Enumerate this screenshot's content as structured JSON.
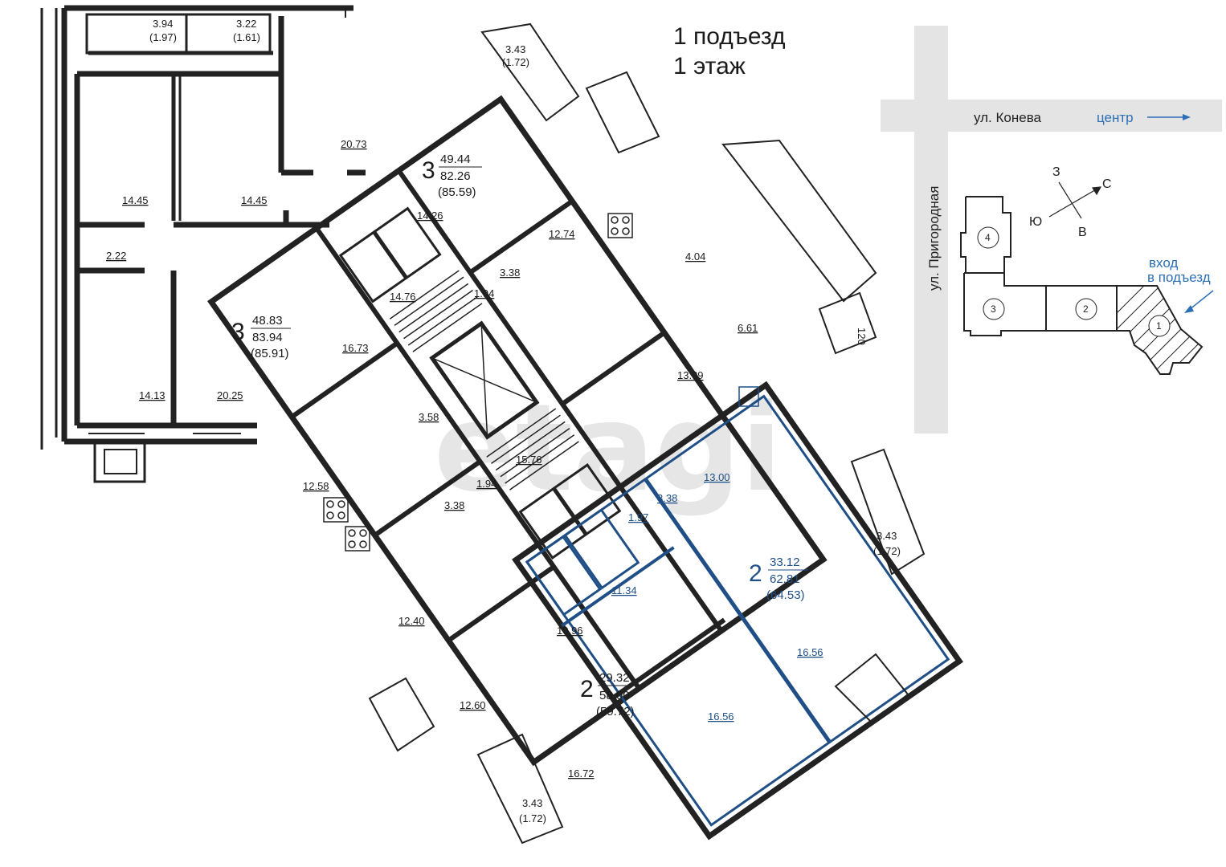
{
  "header": {
    "entrance": "1 подъезд",
    "floor": "1 этаж"
  },
  "watermark": "etagi",
  "location_map": {
    "street_horizontal": "ул. Конева",
    "direction_label": "центр",
    "street_vertical": "ул. Пригородная",
    "compass": {
      "north": "С",
      "south": "Ю",
      "west": "З",
      "east": "В"
    },
    "entry_label_line1": "вход",
    "entry_label_line2": "в подъезд",
    "sections": [
      "4",
      "3",
      "2",
      "1"
    ],
    "highlighted_section": "1"
  },
  "apartments": [
    {
      "rooms": "3",
      "living": "49.44",
      "total": "82.26",
      "total_with_balcony": "(85.59)"
    },
    {
      "rooms": "3",
      "living": "48.83",
      "total": "83.94",
      "total_with_balcony": "(85.91)"
    },
    {
      "rooms": "2",
      "living": "29.32",
      "total": "58.00",
      "total_with_balcony": "(59.72)"
    },
    {
      "rooms": "2",
      "living": "33.12",
      "total": "62.81",
      "total_with_balcony": "(64.53)"
    }
  ],
  "rooms": {
    "balcony_a": "3.94",
    "balcony_a_sub": "(1.97)",
    "balcony_b": "3.22",
    "balcony_b_sub": "(1.61)",
    "balcony_c": "3.43",
    "balcony_c_sub": "(1.72)",
    "balcony_d": "3.43",
    "balcony_d_sub": "(1.72)",
    "balcony_e": "3.43",
    "balcony_e_sub": "(1.72)",
    "r_20_73": "20.73",
    "r_14_45a": "14.45",
    "r_14_45b": "14.45",
    "r_14_26": "14.26",
    "r_12_74": "12.74",
    "r_2_22": "2.22",
    "r_3_38a": "3.38",
    "r_1_94a": "1.94",
    "r_14_76": "14.76",
    "r_4_04": "4.04",
    "r_6_61": "6.61",
    "r_16_73": "16.73",
    "r_14_13": "14.13",
    "r_20_25": "20.25",
    "r_13_39": "13.39",
    "r_3_58": "3.58",
    "r_15_76": "15.76",
    "r_1_94b": "1.94",
    "r_12_58": "12.58",
    "r_3_38b": "3.38",
    "r_12_40": "12.40",
    "r_10_96": "10.96",
    "r_12_60": "12.60",
    "r_16_72": "16.72",
    "r_13_00": "13.00",
    "r_1_97": "1.97",
    "r_3_38c": "3.38",
    "r_11_34": "11.34",
    "r_16_56a": "16.56",
    "r_16_56b": "16.56",
    "dim_120": "120"
  }
}
